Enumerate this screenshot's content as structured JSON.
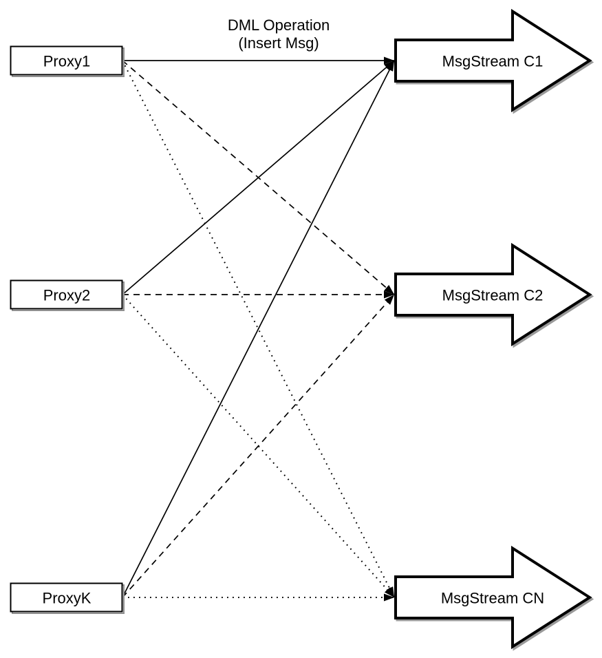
{
  "diagram": {
    "edge_label": {
      "line1": "DML Operation",
      "line2": "(Insert Msg)"
    },
    "proxies": [
      {
        "id": "proxy1",
        "label": "Proxy1"
      },
      {
        "id": "proxy2",
        "label": "Proxy2"
      },
      {
        "id": "proxyk",
        "label": "ProxyK"
      }
    ],
    "streams": [
      {
        "id": "c1",
        "label": "MsgStream C1"
      },
      {
        "id": "c2",
        "label": "MsgStream C2"
      },
      {
        "id": "cn",
        "label": "MsgStream CN"
      }
    ],
    "edges": [
      {
        "from": "proxy1",
        "to": "c1",
        "style": "solid"
      },
      {
        "from": "proxy1",
        "to": "c2",
        "style": "dashed"
      },
      {
        "from": "proxy1",
        "to": "cn",
        "style": "dotted"
      },
      {
        "from": "proxy2",
        "to": "c1",
        "style": "solid"
      },
      {
        "from": "proxy2",
        "to": "c2",
        "style": "dashed"
      },
      {
        "from": "proxy2",
        "to": "cn",
        "style": "dotted"
      },
      {
        "from": "proxyk",
        "to": "c1",
        "style": "solid"
      },
      {
        "from": "proxyk",
        "to": "c2",
        "style": "dashed"
      },
      {
        "from": "proxyk",
        "to": "cn",
        "style": "dotted"
      }
    ],
    "colors": {
      "stroke": "#000000",
      "fill": "#ffffff",
      "shadow": "#8f8f8f",
      "text": "#000000",
      "background": "#ffffff"
    }
  }
}
